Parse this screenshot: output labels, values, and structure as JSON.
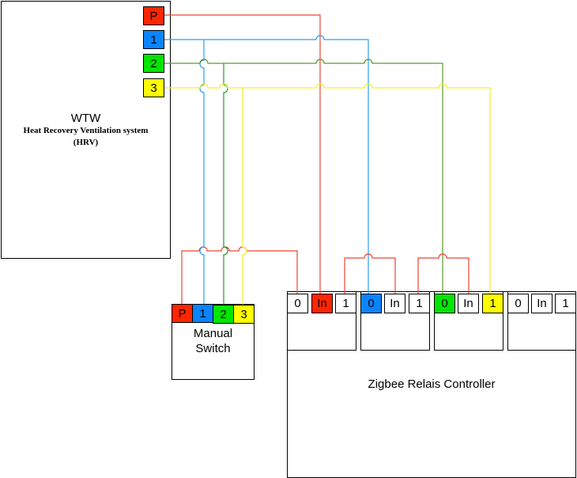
{
  "colors": {
    "power": "#ff2600",
    "speed1": "#0a84ff",
    "speed2": "#00e500",
    "speed3": "#ffff00",
    "wire_power": "#ee4433",
    "wire_speed1": "#2a9df4",
    "wire_speed2": "#5a9a2a",
    "wire_speed3": "#f2ee30"
  },
  "hrv": {
    "title": "WTW",
    "subtitle": "Heat Recovery Ventilation system",
    "abbr": "(HRV)",
    "terminals": [
      "P",
      "1",
      "2",
      "3"
    ]
  },
  "manual_switch": {
    "title_line1": "Manual",
    "title_line2": "Switch",
    "terminals": [
      "P",
      "1",
      "2",
      "3"
    ]
  },
  "controller": {
    "title": "Zigbee Relais Controller",
    "relays": [
      {
        "terminals": [
          "0",
          "In",
          "1"
        ]
      },
      {
        "terminals": [
          "0",
          "In",
          "1"
        ]
      },
      {
        "terminals": [
          "0",
          "In",
          "1"
        ]
      },
      {
        "terminals": [
          "0",
          "In",
          "1"
        ]
      }
    ]
  }
}
